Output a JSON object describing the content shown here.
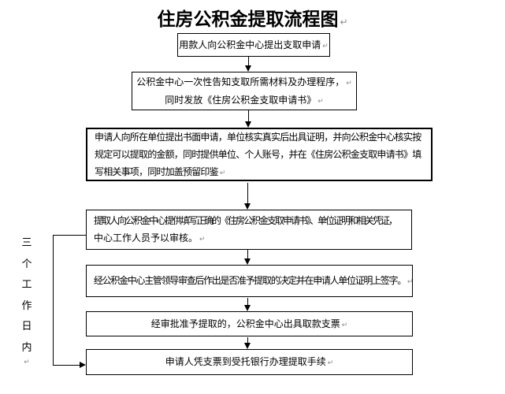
{
  "title": {
    "text": "住房公积金提取流程图",
    "return_mark": "↵"
  },
  "side_label": {
    "text": "三个工作日内",
    "chars": [
      "三",
      "个",
      "工",
      "作",
      "日",
      "内"
    ],
    "return_mark": "↵"
  },
  "boxes": [
    {
      "name": "step-1",
      "lines": [
        {
          "text": "用款人向公积金中心提出支取申请",
          "mark": "↵"
        }
      ]
    },
    {
      "name": "step-2",
      "lines": [
        {
          "text": "公积金中心一次性告知支取所需材料及办理程序，",
          "mark": "↵"
        },
        {
          "text": "同时发放《住房公积金支取申请书》",
          "mark": "↵"
        }
      ]
    },
    {
      "name": "step-3",
      "lines": [
        {
          "text": "申请人向所在单位提出书面申请，单位核实真实后出具证明，并向公积金中心核实按"
        },
        {
          "text": "规定可以提取的金额，同时提供单位、个人账号，并在《住房公积金支取申请书》填"
        },
        {
          "text": "写相关事项，同时加盖预留印鉴",
          "mark": "↵"
        }
      ]
    },
    {
      "name": "step-4",
      "lines": [
        {
          "text": "提取人向公积金中心提供填写正确的《住房公积金支取申请书》、单位证明和相关凭证，"
        },
        {
          "text": "中心工作人员予以审核。",
          "mark": "↵"
        }
      ]
    },
    {
      "name": "step-5",
      "lines": [
        {
          "text": "经公积金中心主管领导审查后作出是否准予提取的决定并在申请人单位证明上签字。",
          "mark": "↵"
        }
      ]
    },
    {
      "name": "step-6",
      "lines": [
        {
          "text": "经审批准予提取的，公积金中心出具取款支票",
          "mark": "↵"
        }
      ]
    },
    {
      "name": "step-7",
      "lines": [
        {
          "text": "申请人凭支票到受托银行办理提取手续",
          "mark": "↵"
        }
      ]
    }
  ],
  "colors": {
    "line": "#000000",
    "text": "#000000",
    "return_mark": "#8a8a8a",
    "background": "#ffffff"
  }
}
